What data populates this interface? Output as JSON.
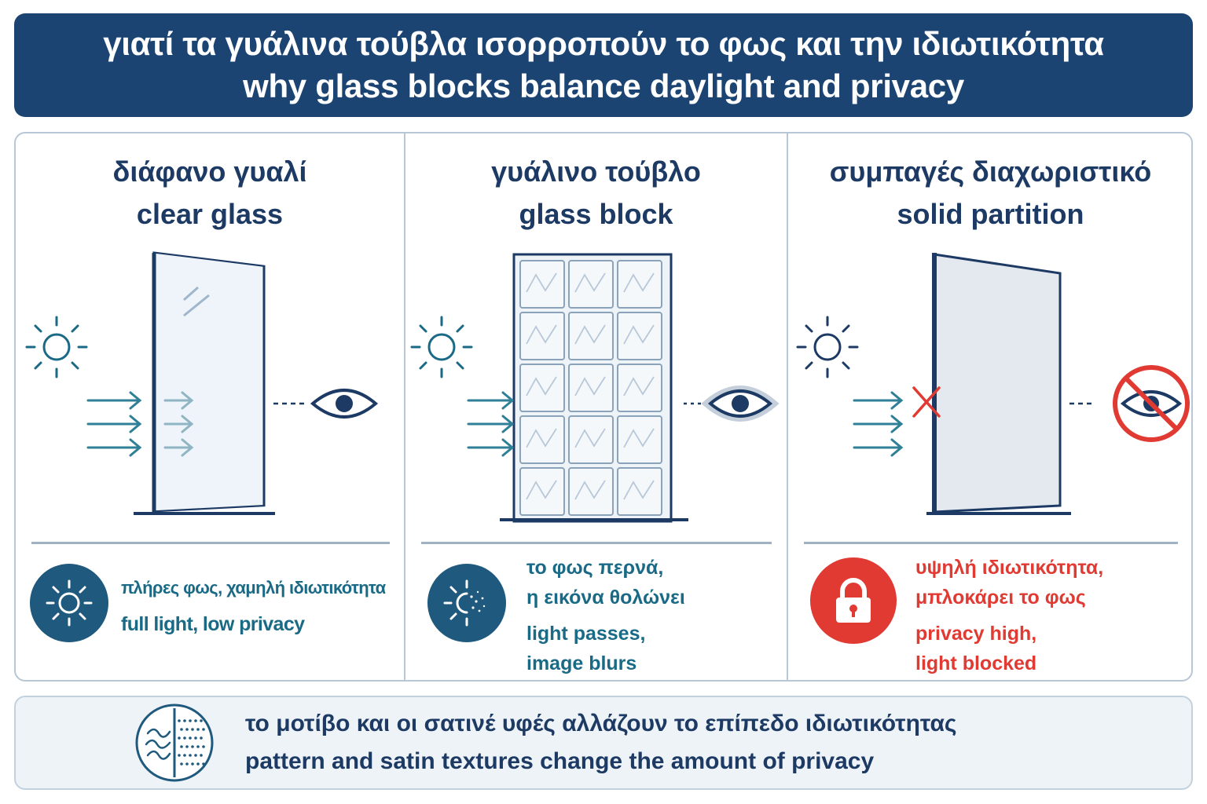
{
  "header": {
    "title_greek": "γιατί τα γυάλινα τούβλα ισορροπούν το φως και την ιδιωτικότητα",
    "title_english": "why glass blocks balance daylight and privacy"
  },
  "panels": [
    {
      "title_greek": "διάφανο γυαλί",
      "title_english": "clear glass",
      "caption_lines": [
        "πλήρες φως, χαμηλή ιδιωτικότητα",
        "full light, low privacy"
      ],
      "badge_icon": "sun-icon",
      "accent": "#1a6a86"
    },
    {
      "title_greek": "γυάλινο τούβλο",
      "title_english": "glass block",
      "caption_lines": [
        "το φως περνά,",
        "η εικόνα θολώνει",
        "light passes,",
        "image blurs"
      ],
      "badge_icon": "diffused-sun-icon",
      "accent": "#1a6a86"
    },
    {
      "title_greek": "συμπαγές διαχωριστικό",
      "title_english": "solid partition",
      "caption_lines": [
        "υψηλή ιδιωτικότητα,",
        "μπλοκάρει το φως",
        "privacy high,",
        "light blocked"
      ],
      "badge_icon": "lock-icon",
      "accent": "#e03a33"
    }
  ],
  "footer": {
    "text_greek": "το μοτίβο και οι σατινέ υφές αλλάζουν το επίπεδο ιδιωτικότητας",
    "text_english": "pattern and satin textures change the amount of privacy",
    "icon": "texture-icon"
  },
  "colors": {
    "navy": "#1c4473",
    "dark_text": "#1c3a63",
    "teal": "#1a6a86",
    "arrow_teal": "#2f7f97",
    "red": "#e03a33",
    "border": "#b7c7d6"
  }
}
